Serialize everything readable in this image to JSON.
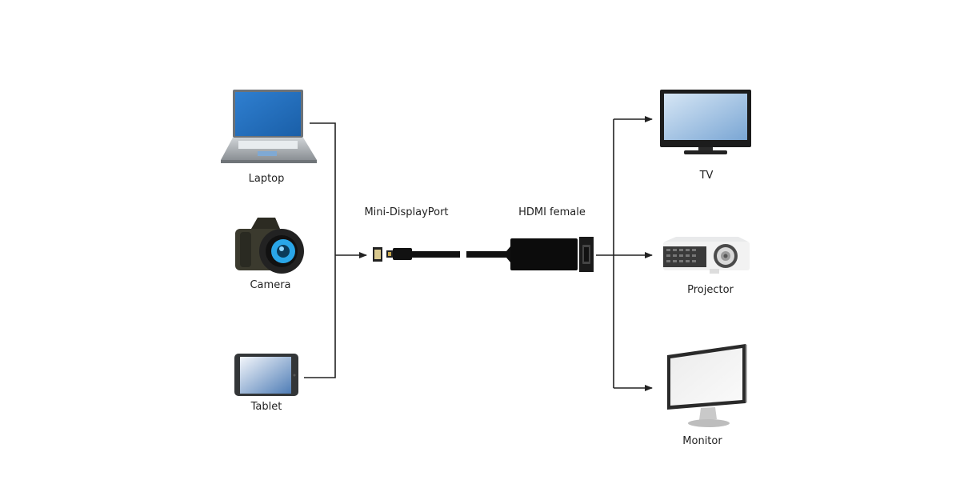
{
  "diagram": {
    "sources": [
      {
        "name": "laptop",
        "label": "Laptop"
      },
      {
        "name": "camera",
        "label": "Camera"
      },
      {
        "name": "tablet",
        "label": "Tablet"
      }
    ],
    "adapter": {
      "input_label": "Mini-DisplayPort",
      "output_label": "HDMI female"
    },
    "targets": [
      {
        "name": "tv",
        "label": "TV"
      },
      {
        "name": "projector",
        "label": "Projector"
      },
      {
        "name": "monitor",
        "label": "Monitor"
      }
    ]
  }
}
